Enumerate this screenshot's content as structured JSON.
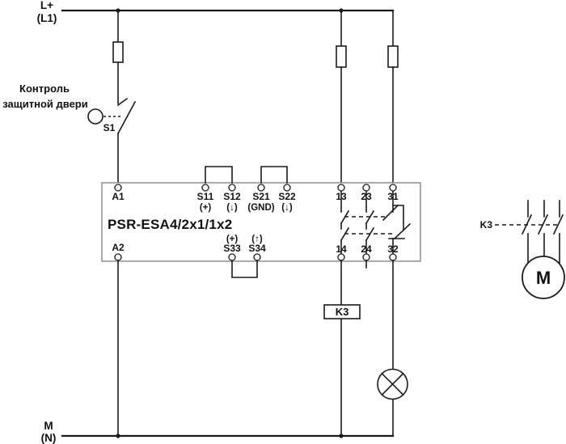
{
  "labels": {
    "supply_top_1": "L+",
    "supply_top_2": "(L1)",
    "supply_bottom_1": "M",
    "supply_bottom_2": "(N)",
    "door_monitor_1": "Контроль",
    "door_monitor_2": "защитной двери",
    "switch": "S1",
    "relay_name": "PSR-ESA4/2x1/1x2",
    "coil": "K3",
    "contactor": "K3",
    "motor": "M"
  },
  "terminals": {
    "a1": "A1",
    "a2": "A2",
    "s11": "S11",
    "s11_sub": "(+)",
    "s12": "S12",
    "s12_sub": "(↓)",
    "s21": "S21",
    "s21_sub": "(GND)",
    "s22": "S22",
    "s22_sub": "(↓)",
    "s33": "S33",
    "s33_sub": "(+)",
    "s34": "S34",
    "s34_sub": "(↑)",
    "t13": "13",
    "t23": "23",
    "t31": "31",
    "t14": "14",
    "t24": "24",
    "t32": "32"
  }
}
